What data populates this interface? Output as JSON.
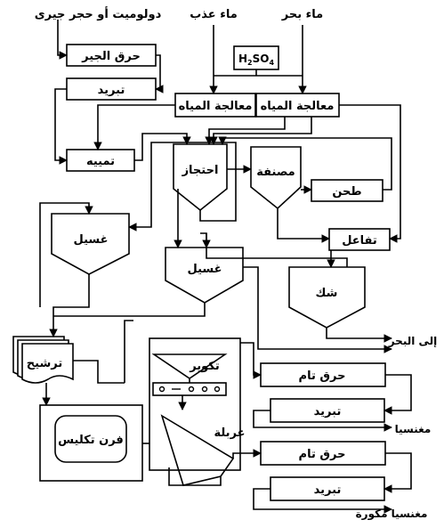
{
  "inputs": {
    "dolomite": "دولوميت أو حجر جيرى",
    "fresh_water": "ماء عذب",
    "sea_water": "ماء بحر"
  },
  "boxes": {
    "lime_burning": "حرق الجير",
    "cooling_1": "تبريد",
    "h2so4_base": "H",
    "h2so4_sub": "2",
    "h2so4_mid": "SO",
    "h2so4_sub2": "4",
    "water_treatment_left": "معالجة المياه",
    "water_treatment_right": "معالجة المياه",
    "slaking": "تمييه",
    "grinding": "طحن",
    "reaction": "تفاعل",
    "full_burning_1": "حرق تام",
    "cooling_2": "تبريد",
    "full_burning_2": "حرق تام",
    "cooling_3": "تبريد",
    "calcination_furnace": "فرن تكليس"
  },
  "vessels": {
    "retention": "احتجاز",
    "classifier": "مصنفة",
    "washing_left": "غسيل",
    "washing_mid": "غسيل",
    "thickening": "شك",
    "filtration": "ترشيح",
    "pelletizing": "تكوير",
    "screening": "غربلة"
  },
  "outputs": {
    "to_sea": "إلى البحر",
    "magnesia": "مغنسيا",
    "refined_magnesia": "مغنسيا مكورة"
  }
}
